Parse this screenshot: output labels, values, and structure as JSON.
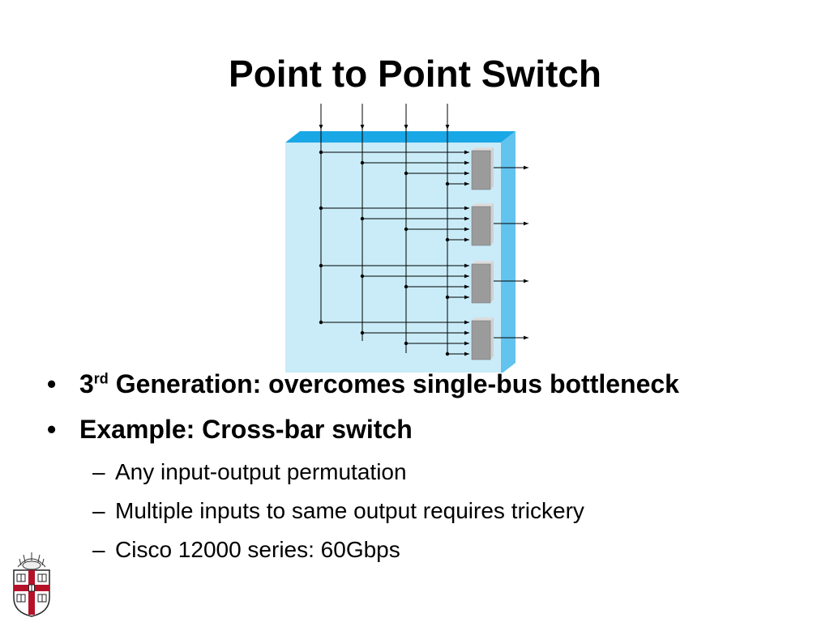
{
  "slide": {
    "title": "Point to Point Switch",
    "bullets": [
      {
        "marker": "•",
        "prefix": "3",
        "sup": "rd",
        "text": " Generation: overcomes single-bus bottleneck"
      },
      {
        "marker": "•",
        "text": "Example: Cross-bar switch"
      }
    ],
    "sub_bullets": [
      {
        "marker": "–",
        "text": "Any input-output permutation"
      },
      {
        "marker": "–",
        "text": "Multiple inputs to same output requires trickery"
      },
      {
        "marker": "–",
        "text": "Cisco 12000 series: 60Gbps"
      }
    ]
  },
  "diagram": {
    "inputs": 4,
    "outputs": 4,
    "colors": {
      "panel_front": "#c9ecf8",
      "panel_top": "#1aa7e6",
      "panel_side": "#62c3ef",
      "block": "#9b9b9b",
      "block_top": "#dcdcdc",
      "line": "#000000"
    }
  },
  "logo": {
    "name": "shield-crest-logo"
  }
}
